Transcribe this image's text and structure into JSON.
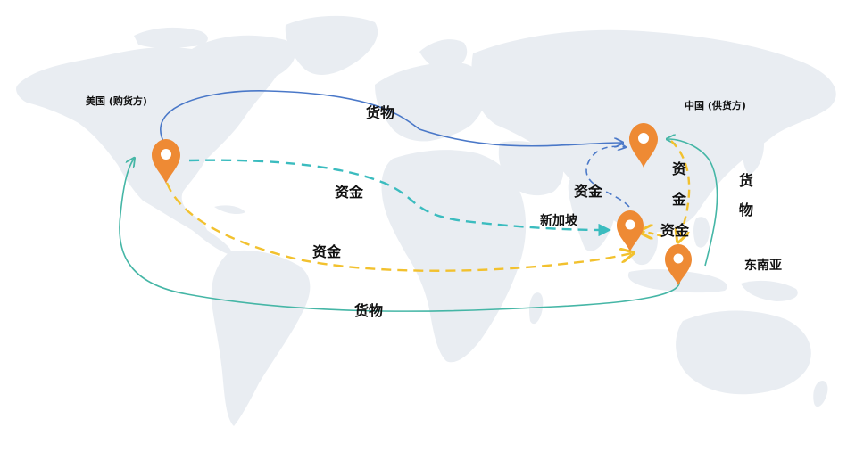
{
  "locations": {
    "usa": "美国 (购货方)",
    "china": "中国 (供货方)",
    "singapore": "新加坡",
    "southeast_asia": "东南亚"
  },
  "flows": {
    "goods_usa_to_china": "货物",
    "goods_sea_to_usa": "货物",
    "goods_sea_to_china_line1": "货",
    "goods_sea_to_china_line2": "物",
    "funds_usa_to_singapore": "资金",
    "funds_singapore_to_usa": "资金",
    "funds_singapore_to_china": "资金",
    "funds_china_sea_line1": "资",
    "funds_china_sea_line2": "金",
    "funds_sea_singapore": "资金"
  },
  "colors": {
    "land": "#e9edf2",
    "goods_blue": "#4a78c8",
    "goods_teal": "#45b6a6",
    "funds_cyan": "#3bbcbf",
    "funds_yellow": "#f2c12e",
    "pin_orange": "#ee8a34",
    "label_text": "#111111"
  },
  "icons": {
    "pin": "map-pin-icon"
  }
}
